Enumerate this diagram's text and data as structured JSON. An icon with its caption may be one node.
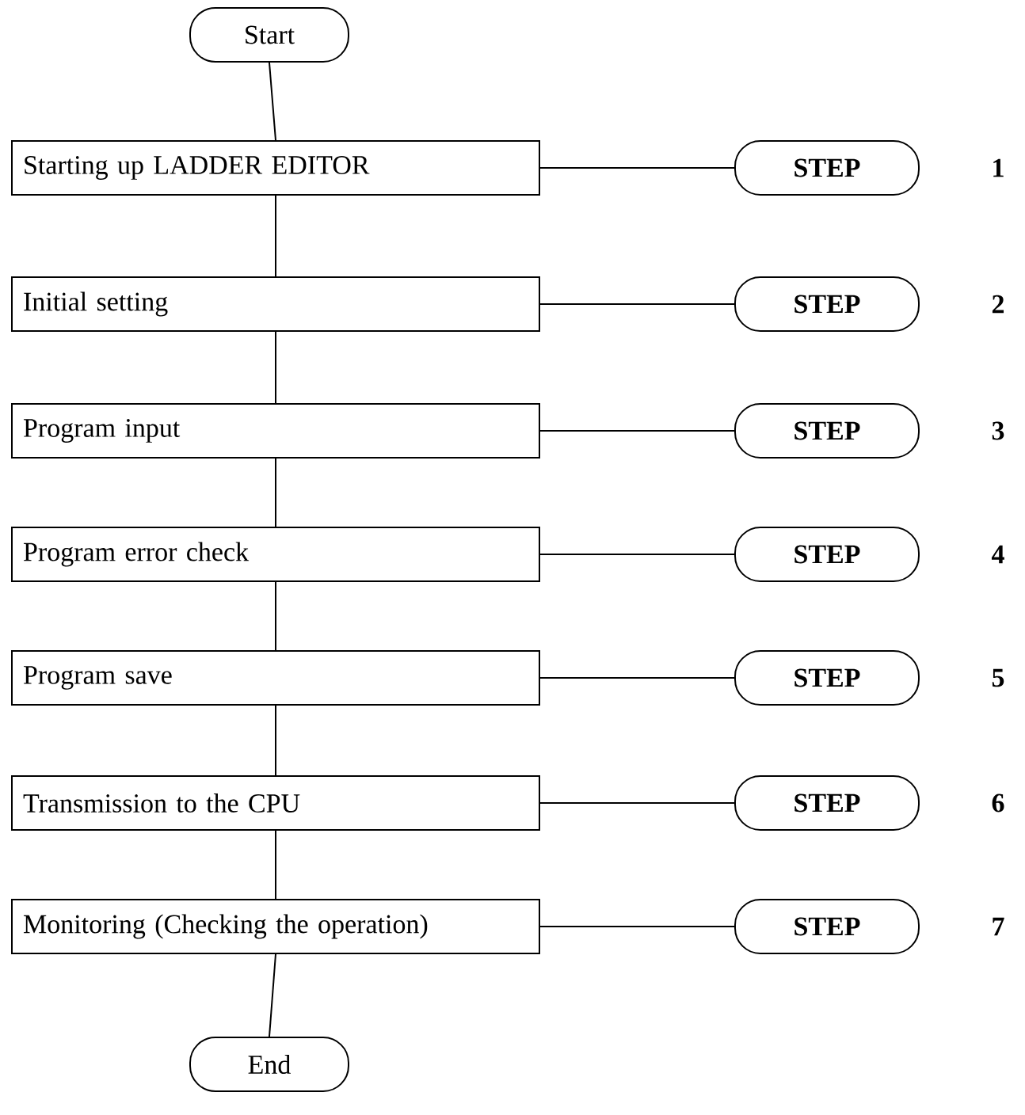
{
  "diagram": {
    "nodes": [
      {
        "text": [
          "Start"
        ]
      },
      {
        "text": [
          "Starting up LADDER EDITOR"
        ]
      },
      {
        "text": [
          "Initial setting"
        ]
      },
      {
        "text": [
          "Program input"
        ]
      },
      {
        "text": [
          "Program error check"
        ]
      },
      {
        "text": [
          "Program save"
        ]
      },
      {
        "text": [
          "Transmission to the CPU"
        ]
      },
      {
        "text": [
          "Monitoring (Checking the operation)"
        ]
      },
      {
        "text": [
          "End"
        ]
      },
      {
        "text": [
          "STEP"
        ],
        "beside": [
          "1"
        ]
      },
      {
        "text": [
          "STEP"
        ],
        "beside": [
          "2"
        ]
      },
      {
        "text": [
          "STEP"
        ],
        "beside": [
          "3"
        ]
      },
      {
        "text": [
          "STEP"
        ],
        "beside": [
          "4"
        ]
      },
      {
        "text": [
          "STEP"
        ],
        "beside": [
          "5"
        ]
      },
      {
        "text": [
          "STEP"
        ],
        "beside": [
          "6"
        ]
      },
      {
        "text": [
          "STEP"
        ],
        "beside": [
          "7"
        ]
      }
    ],
    "edges": [
      {
        "from": 0,
        "to": 1,
        "arrow": "none"
      },
      {
        "from": 1,
        "to": 2,
        "arrow": "none"
      },
      {
        "from": 2,
        "to": 3,
        "arrow": "none"
      },
      {
        "from": 3,
        "to": 4,
        "arrow": "none"
      },
      {
        "from": 4,
        "to": 5,
        "arrow": "none"
      },
      {
        "from": 5,
        "to": 6,
        "arrow": "none"
      },
      {
        "from": 6,
        "to": 7,
        "arrow": "none"
      },
      {
        "from": 7,
        "to": 8,
        "arrow": "none"
      },
      {
        "from": 1,
        "to": 9,
        "arrow": "none"
      },
      {
        "from": 2,
        "to": 10,
        "arrow": "none"
      },
      {
        "from": 3,
        "to": 11,
        "arrow": "none"
      },
      {
        "from": 4,
        "to": 12,
        "arrow": "none"
      },
      {
        "from": 5,
        "to": 13,
        "arrow": "none"
      },
      {
        "from": 6,
        "to": 14,
        "arrow": "none"
      },
      {
        "from": 7,
        "to": 15,
        "arrow": "none"
      }
    ]
  }
}
